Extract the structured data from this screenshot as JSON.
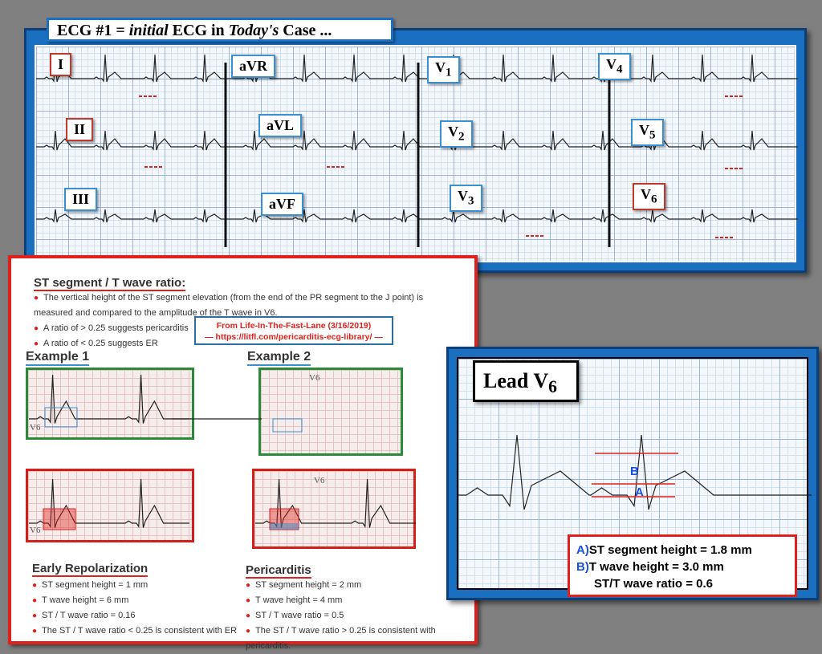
{
  "ecg_panel": {
    "title_pre": "ECG #1 = ",
    "title_em": "initial",
    "title_mid": " ECG in ",
    "title_em2": "Today's",
    "title_post": " Case ...",
    "leads": {
      "I": "I",
      "II": "II",
      "III": "III",
      "aVR": "aVR",
      "aVL": "aVL",
      "aVF": "aVF",
      "V1": "V",
      "V2": "V",
      "V3": "V",
      "V4": "V",
      "V5": "V",
      "V6": "V"
    },
    "lead_subs": {
      "V1": "1",
      "V2": "2",
      "V3": "3",
      "V4": "4",
      "V5": "5",
      "V6": "6"
    }
  },
  "info": {
    "heading": "ST segment / T wave ratio:",
    "bullets": [
      "The vertical height of the ST segment elevation (from the end of the PR segment to the J point) is measured and compared to the amplitude of the T wave in V6.",
      "A ratio of > 0.25 suggests pericarditis",
      "A ratio of < 0.25 suggests  ER"
    ],
    "citation_line1": "From Life-In-The-Fast-Lane (3/16/2019)",
    "citation_line2": "— https://litfl.com/pericarditis-ecg-library/ —",
    "example1": "Example 1",
    "example2": "Example 2",
    "v6": "V6",
    "er": {
      "heading": "Early Repolarization",
      "items": [
        "ST segment height = 1 mm",
        "T wave height = 6 mm",
        "ST / T wave ratio = 0.16",
        "The ST / T wave ratio < 0.25 is consistent with ER"
      ]
    },
    "peri": {
      "heading": "Pericarditis",
      "items": [
        "ST segment height = 2 mm",
        "T wave height = 4 mm",
        "ST / T wave ratio = 0.5",
        "The ST / T wave ratio > 0.25 is consistent with pericarditis."
      ]
    }
  },
  "v6_panel": {
    "label": "Lead V",
    "label_sub": "6",
    "marker_a": "A",
    "marker_b": "B",
    "result": {
      "a_key": "A)",
      "a_text": "ST segment height = 1.8 mm",
      "b_key": "B)",
      "b_text": "T wave height = 3.0 mm",
      "ratio": "ST/T wave ratio = 0.6"
    }
  }
}
